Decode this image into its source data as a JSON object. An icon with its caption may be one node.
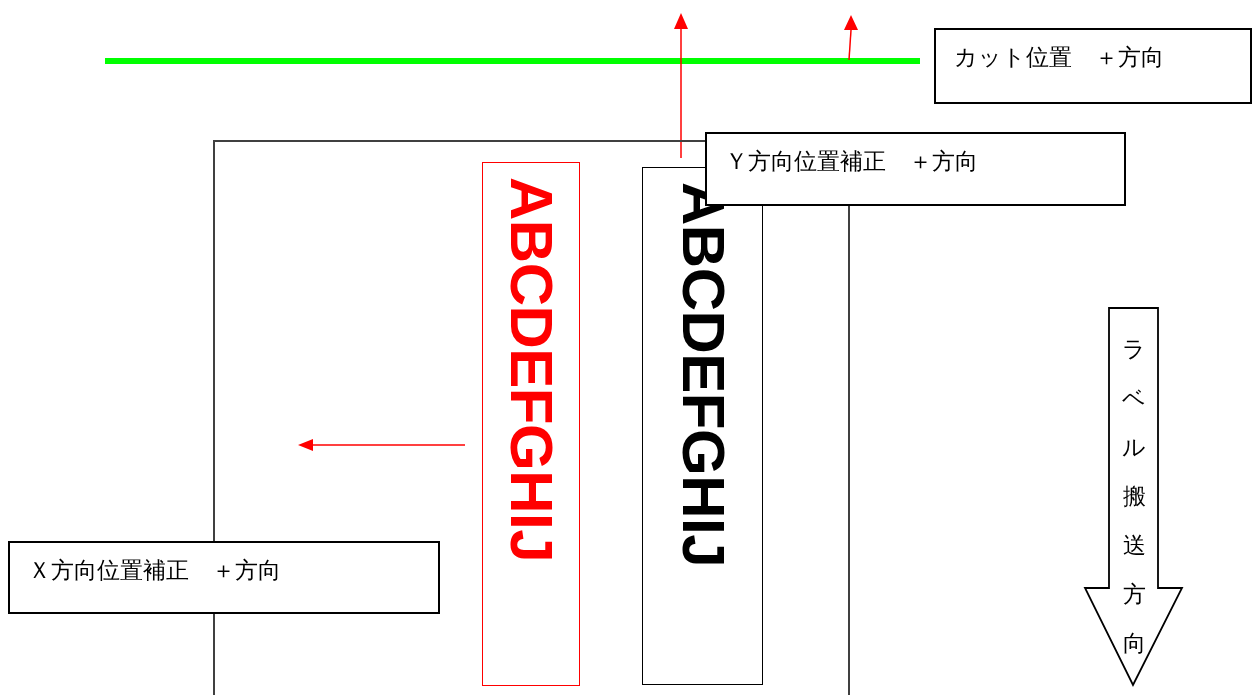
{
  "diagram": {
    "nodes": [
      {
        "text": [
          "カット位置　＋方向"
        ]
      },
      {
        "text": [],
        "shape": "box"
      },
      {
        "text": [
          "Ｙ方向位置補正　＋方向"
        ]
      },
      {
        "text": [
          "ABCDEFGHIJ"
        ],
        "in": 1
      },
      {
        "text": [
          "ABCDEFGHIJ"
        ],
        "in": 1
      },
      {
        "text": [
          "Ｘ方向位置補正　＋方向"
        ]
      },
      {
        "text": [
          "ラベル搬送方向"
        ]
      }
    ]
  }
}
